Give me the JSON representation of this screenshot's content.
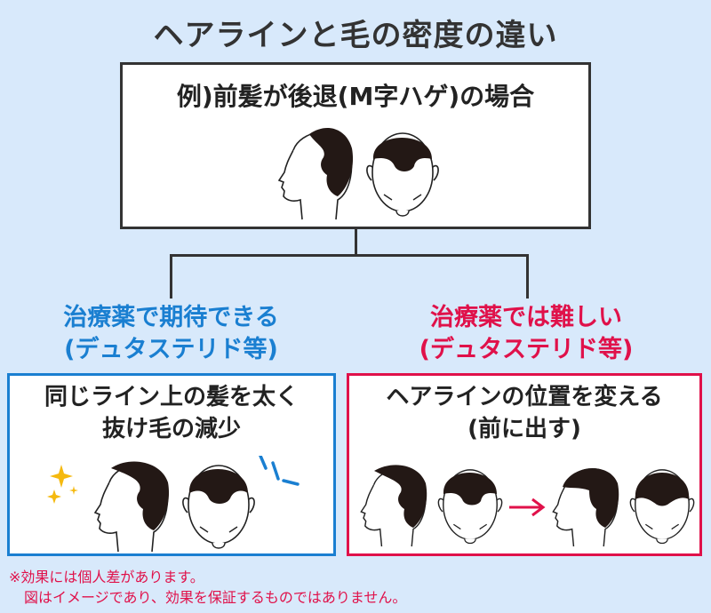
{
  "title": "ヘアラインと毛の密度の違い",
  "example": {
    "label": "例)前髪が後退(M字ハゲ)の場合"
  },
  "left": {
    "heading_line1": "治療薬で期待できる",
    "heading_line2": "(デュタステリド等)",
    "body_line1": "同じライン上の髪を太く",
    "body_line2": "抜け毛の減少",
    "color": "#1a7fd1"
  },
  "right": {
    "heading_line1": "治療薬では難しい",
    "heading_line2": "(デュタステリド等)",
    "body_line1": "ヘアラインの位置を変える",
    "body_line2": "(前に出す)",
    "color": "#e0114a"
  },
  "notes": [
    "※効果には個人差があります。",
    "図はイメージであり、効果を保証するものではありません。"
  ]
}
